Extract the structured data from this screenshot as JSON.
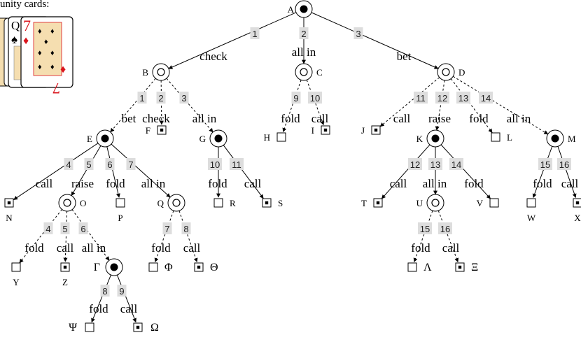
{
  "corner_label": "unity cards:",
  "cards": [
    {
      "rank": "Q",
      "suit": "spades",
      "color": "#000000"
    },
    {
      "rank": "7",
      "suit": "diamonds",
      "color": "#d9141c"
    }
  ],
  "colors": {
    "edge": "#000000",
    "index_bg": "#dddddd",
    "card_red": "#d9141c",
    "card_face": "#f5deb0"
  },
  "nodes": {
    "A": {
      "label": "A",
      "type": "chance-filled"
    },
    "B": {
      "label": "B",
      "type": "chance-open"
    },
    "C": {
      "label": "C",
      "type": "chance-open"
    },
    "D": {
      "label": "D",
      "type": "chance-open"
    },
    "E": {
      "label": "E",
      "type": "chance-filled"
    },
    "F": {
      "label": "F",
      "type": "terminal-dot"
    },
    "G": {
      "label": "G",
      "type": "chance-filled"
    },
    "H": {
      "label": "H",
      "type": "terminal"
    },
    "I": {
      "label": "I",
      "type": "terminal-dot"
    },
    "J": {
      "label": "J",
      "type": "terminal-dot"
    },
    "K": {
      "label": "K",
      "type": "chance-filled"
    },
    "L": {
      "label": "L",
      "type": "terminal"
    },
    "M": {
      "label": "M",
      "type": "chance-filled"
    },
    "N": {
      "label": "N",
      "type": "terminal-dot"
    },
    "O": {
      "label": "O",
      "type": "chance-open"
    },
    "P": {
      "label": "P",
      "type": "terminal"
    },
    "Q": {
      "label": "Q",
      "type": "chance-open"
    },
    "R": {
      "label": "R",
      "type": "terminal"
    },
    "S": {
      "label": "S",
      "type": "terminal-dot"
    },
    "T": {
      "label": "T",
      "type": "terminal-dot"
    },
    "U": {
      "label": "U",
      "type": "chance-open"
    },
    "V": {
      "label": "V",
      "type": "terminal"
    },
    "W": {
      "label": "W",
      "type": "terminal"
    },
    "X": {
      "label": "X",
      "type": "terminal-dot"
    },
    "Y": {
      "label": "Y",
      "type": "terminal"
    },
    "Z": {
      "label": "Z",
      "type": "terminal-dot"
    },
    "Gamma": {
      "label": "Γ",
      "type": "chance-filled"
    },
    "Phi": {
      "label": "Φ",
      "type": "terminal"
    },
    "Theta": {
      "label": "Θ",
      "type": "terminal-dot"
    },
    "Lambda": {
      "label": "Λ",
      "type": "terminal"
    },
    "Xi": {
      "label": "Ξ",
      "type": "terminal-dot"
    },
    "Psi": {
      "label": "Ψ",
      "type": "terminal"
    },
    "Omega": {
      "label": "Ω",
      "type": "terminal-dot"
    }
  },
  "edges": [
    {
      "from": "A",
      "to": "B",
      "index": "1",
      "action": "check",
      "style": "solid"
    },
    {
      "from": "A",
      "to": "C",
      "index": "2",
      "action": "all in",
      "style": "solid"
    },
    {
      "from": "A",
      "to": "D",
      "index": "3",
      "action": "bet",
      "style": "solid"
    },
    {
      "from": "B",
      "to": "E",
      "index": "1",
      "action": "bet",
      "style": "dashed"
    },
    {
      "from": "B",
      "to": "F",
      "index": "2",
      "action": "check",
      "style": "dashed"
    },
    {
      "from": "B",
      "to": "G",
      "index": "3",
      "action": "all in",
      "style": "dashed"
    },
    {
      "from": "C",
      "to": "H",
      "index": "9",
      "action": "fold",
      "style": "dashed"
    },
    {
      "from": "C",
      "to": "I",
      "index": "10",
      "action": "call",
      "style": "dashed"
    },
    {
      "from": "D",
      "to": "J",
      "index": "11",
      "action": "call",
      "style": "dashed"
    },
    {
      "from": "D",
      "to": "K",
      "index": "12",
      "action": "raise",
      "style": "dashed"
    },
    {
      "from": "D",
      "to": "L",
      "index": "13",
      "action": "fold",
      "style": "dashed"
    },
    {
      "from": "D",
      "to": "M",
      "index": "14",
      "action": "all in",
      "style": "dashed"
    },
    {
      "from": "E",
      "to": "N",
      "index": "4",
      "action": "call",
      "style": "solid"
    },
    {
      "from": "E",
      "to": "O",
      "index": "5",
      "action": "raise",
      "style": "solid"
    },
    {
      "from": "E",
      "to": "P",
      "index": "6",
      "action": "fold",
      "style": "solid"
    },
    {
      "from": "E",
      "to": "Q",
      "index": "7",
      "action": "all in",
      "style": "solid"
    },
    {
      "from": "G",
      "to": "R",
      "index": "10",
      "action": "fold",
      "style": "solid"
    },
    {
      "from": "G",
      "to": "S",
      "index": "11",
      "action": "call",
      "style": "solid"
    },
    {
      "from": "K",
      "to": "T",
      "index": "12",
      "action": "call",
      "style": "solid"
    },
    {
      "from": "K",
      "to": "U",
      "index": "13",
      "action": "all in",
      "style": "solid"
    },
    {
      "from": "K",
      "to": "V",
      "index": "14",
      "action": "fold",
      "style": "solid"
    },
    {
      "from": "M",
      "to": "W",
      "index": "15",
      "action": "fold",
      "style": "solid"
    },
    {
      "from": "M",
      "to": "X",
      "index": "16",
      "action": "call",
      "style": "solid"
    },
    {
      "from": "O",
      "to": "Y",
      "index": "4",
      "action": "fold",
      "style": "dashed"
    },
    {
      "from": "O",
      "to": "Z",
      "index": "5",
      "action": "call",
      "style": "dashed"
    },
    {
      "from": "O",
      "to": "Gamma",
      "index": "6",
      "action": "all in",
      "style": "dashed"
    },
    {
      "from": "Q",
      "to": "Phi",
      "index": "7",
      "action": "fold",
      "style": "dashed"
    },
    {
      "from": "Q",
      "to": "Theta",
      "index": "8",
      "action": "call",
      "style": "dashed"
    },
    {
      "from": "U",
      "to": "Lambda",
      "index": "15",
      "action": "fold",
      "style": "dashed"
    },
    {
      "from": "U",
      "to": "Xi",
      "index": "16",
      "action": "call",
      "style": "dashed"
    },
    {
      "from": "Gamma",
      "to": "Psi",
      "index": "8",
      "action": "fold",
      "style": "solid"
    },
    {
      "from": "Gamma",
      "to": "Omega",
      "index": "9",
      "action": "call",
      "style": "solid"
    }
  ]
}
